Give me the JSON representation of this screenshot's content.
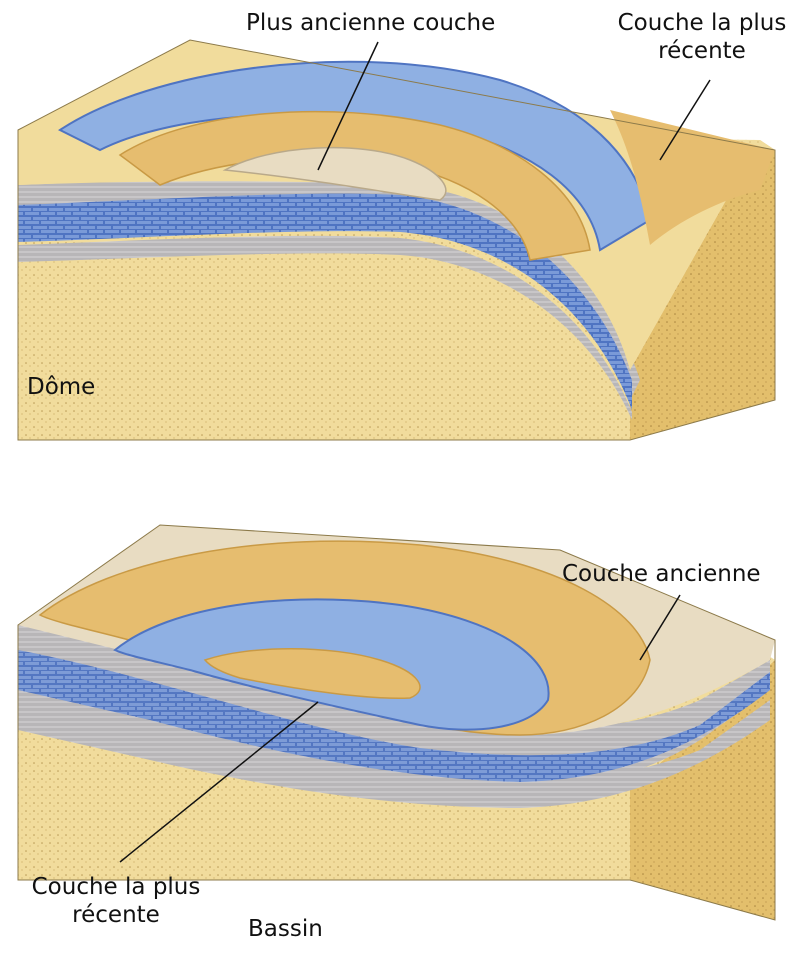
{
  "dome": {
    "name": "Dôme",
    "label_oldest": "Plus ancienne couche",
    "label_youngest_line1": "Couche la plus",
    "label_youngest_line2": "récente"
  },
  "basin": {
    "name": "Bassin",
    "label_old": "Couche ancienne",
    "label_youngest_line1": "Couche la plus",
    "label_youngest_line2": "récente"
  },
  "colors": {
    "sand": "#f1dc9c",
    "sand_dark": "#e3bf6c",
    "blue_layer": "#4f74c2",
    "blue_light": "#8fb0e3",
    "gray_layer": "#b8b6b8",
    "ochre_radial": "#e6bd6f",
    "beige_core": "#e8dcc2"
  }
}
